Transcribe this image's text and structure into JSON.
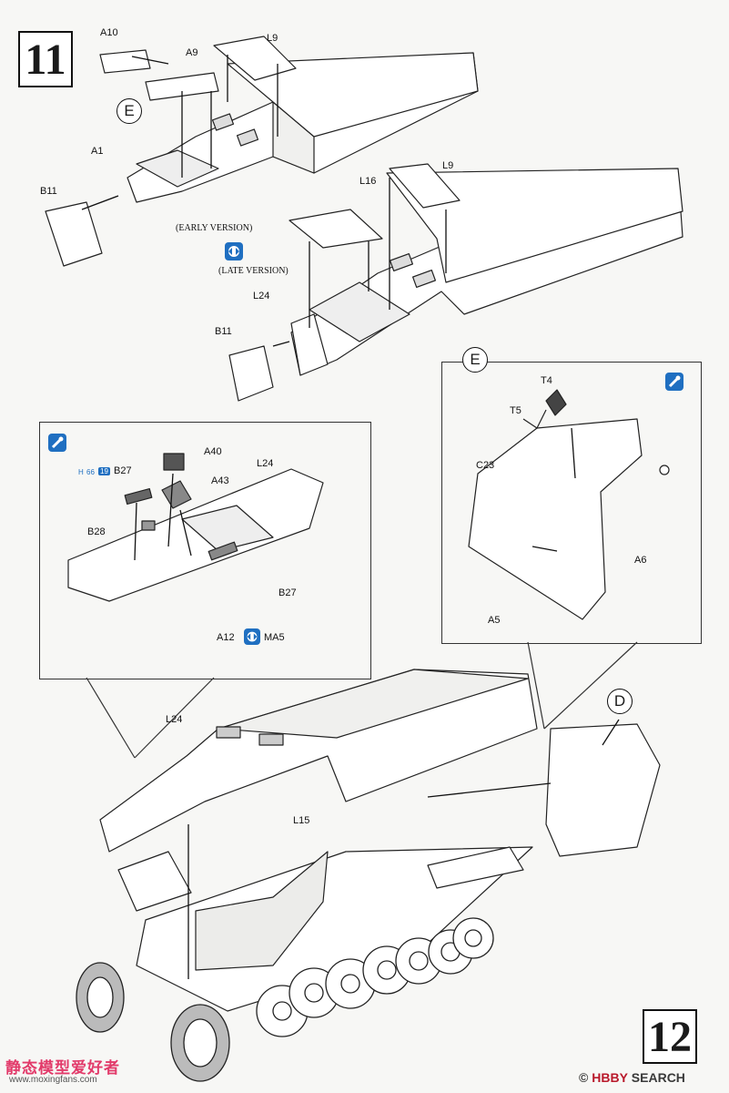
{
  "steps": {
    "first": "11",
    "second": "12"
  },
  "versions": {
    "early": "(EARLY VERSION)",
    "late": "(LATE VERSION)"
  },
  "callouts": {
    "e_top": "E",
    "e_bottom": "E",
    "d": "D"
  },
  "parts": {
    "a10": "A10",
    "a9": "A9",
    "l9_top": "L9",
    "a1": "A1",
    "b11_top": "B11",
    "l16": "L16",
    "l9_mid": "L9",
    "l24_mid": "L24",
    "b11_mid": "B11",
    "a40": "A40",
    "a43": "A43",
    "b27_top": "B27",
    "l24_inset": "L24",
    "b28": "B28",
    "b27_bottom": "B27",
    "a12": "A12",
    "ma5": "MA5",
    "t4": "T4",
    "t5": "T5",
    "c23": "C23",
    "a6": "A6",
    "a5": "A5",
    "l24_bottom": "L24",
    "l15": "L15"
  },
  "reference": {
    "prefix": "H",
    "page": "66",
    "item": "19"
  },
  "watermarks": {
    "site_cn": "静态模型爱好者",
    "site_url": "www.moxingfans.com",
    "brand_a": "H",
    "brand_b": "BBY",
    "brand_c": "SEARCH",
    "brand_mark": "©"
  },
  "colors": {
    "accent": "#1f6fc1",
    "ink": "#1a1a1a",
    "watermark_red": "#b9192b"
  },
  "icons": [
    "version-swap-icon",
    "optional-part-icon",
    "reference-arrows-icon"
  ]
}
